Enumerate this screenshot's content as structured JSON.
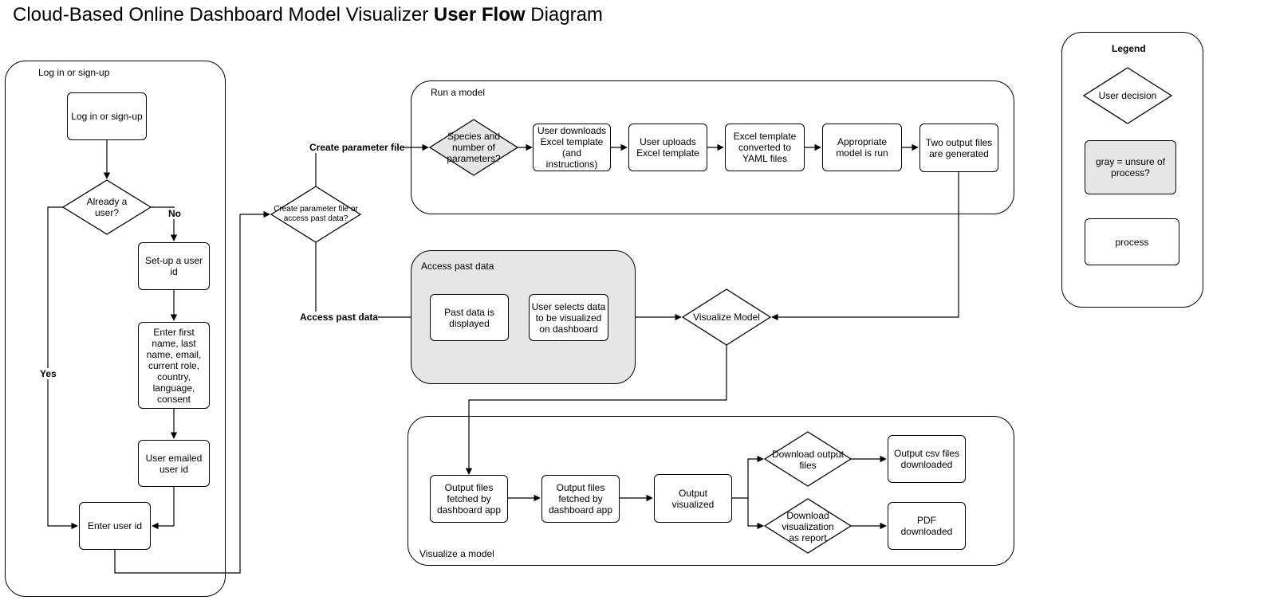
{
  "title": {
    "prefix": "Cloud-Based Online Dashboard Model Visualizer ",
    "bold": "User Flow",
    "suffix": " Diagram"
  },
  "groups": {
    "login": "Log in or sign-up",
    "run": "Run a model",
    "access": "Access past data",
    "visualize": "Visualize a model",
    "legend": "Legend"
  },
  "nodes": {
    "login_signup": "Log in or sign-up",
    "already_user": "Already a user?",
    "setup_user_id": "Set-up a user id",
    "enter_details": "Enter first name, last name, email, current role, country, language, consent",
    "user_emailed": "User emailed user id",
    "enter_user_id": "Enter user id",
    "create_or_access": "Create parameter file or access past data?",
    "species_params": "Species and number of parameters?",
    "user_downloads": "User downloads Excel template (and instructions)",
    "user_uploads": "User uploads Excel template",
    "excel_converted": "Excel template converted to YAML files",
    "model_run": "Appropriate model is run",
    "two_outputs": "Two output files are generated",
    "past_displayed": "Past data is displayed",
    "user_selects": "User selects data to be visualized on dashboard",
    "visualize_model": "Visualize Model",
    "fetched_1": "Output files fetched by dashboard app",
    "fetched_2": "Output files fetched by dashboard app",
    "output_visualized": "Output visualized",
    "download_output": "Download output files",
    "csv_downloaded": "Output csv files downloaded",
    "download_viz": "Download visualization as report",
    "pdf_downloaded": "PDF downloaded"
  },
  "edge_labels": {
    "no": "No",
    "yes": "Yes",
    "create_param": "Create parameter file",
    "access_past": "Access past data"
  },
  "legend": {
    "decision": "User decision",
    "gray": "gray = unsure of process?",
    "process": "process"
  }
}
